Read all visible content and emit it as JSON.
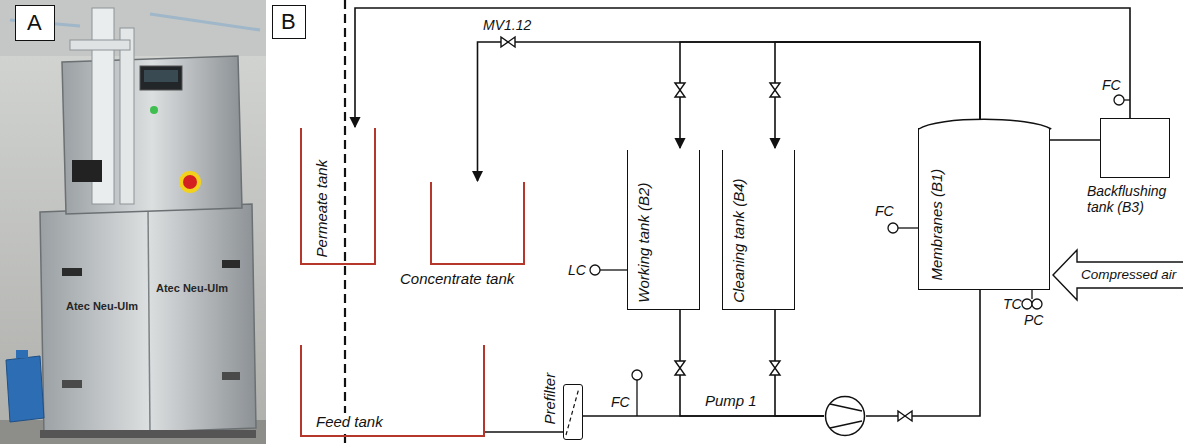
{
  "diagram": {
    "nodes": [
      {
        "text": [
          "A"
        ]
      },
      {
        "text": [
          "B"
        ]
      },
      {
        "text": [
          "Permeate tank"
        ]
      },
      {
        "text": [
          "Concentrate tank"
        ]
      },
      {
        "text": [
          "Working tank (B2)"
        ]
      },
      {
        "text": [
          "Cleaning tank (B4)"
        ]
      },
      {
        "text": [
          "Membranes (B1)"
        ]
      },
      {
        "text": [
          "Backflushing tank (B3)"
        ]
      },
      {
        "text": [
          "Feed tank"
        ]
      },
      {
        "text": [
          "Prefilter"
        ]
      },
      {
        "text": [
          "Pump 1"
        ]
      }
    ],
    "edges": [
      {
        "from": 7,
        "to": 2,
        "arrow": "to"
      },
      {
        "from": 6,
        "to": 7,
        "arrow": "none"
      },
      {
        "from": 6,
        "to": 3,
        "arrow": "to"
      },
      {
        "from": 6,
        "to": 4,
        "arrow": "to"
      },
      {
        "from": 6,
        "to": 5,
        "arrow": "to"
      },
      {
        "from": 8,
        "to": 9,
        "arrow": "none"
      },
      {
        "from": 9,
        "to": 10,
        "arrow": "none"
      },
      {
        "from": 4,
        "to": 10,
        "arrow": "none"
      },
      {
        "from": 5,
        "to": 10,
        "arrow": "none"
      },
      {
        "from": 10,
        "to": 6,
        "arrow": "none"
      }
    ],
    "labels": [
      "MV1.12",
      "FC",
      "FC",
      "LC",
      "TC",
      "Compressed air",
      "PC",
      "FC",
      "Atec Neu-Ulm",
      "Atec Neu-Ulm"
    ]
  }
}
